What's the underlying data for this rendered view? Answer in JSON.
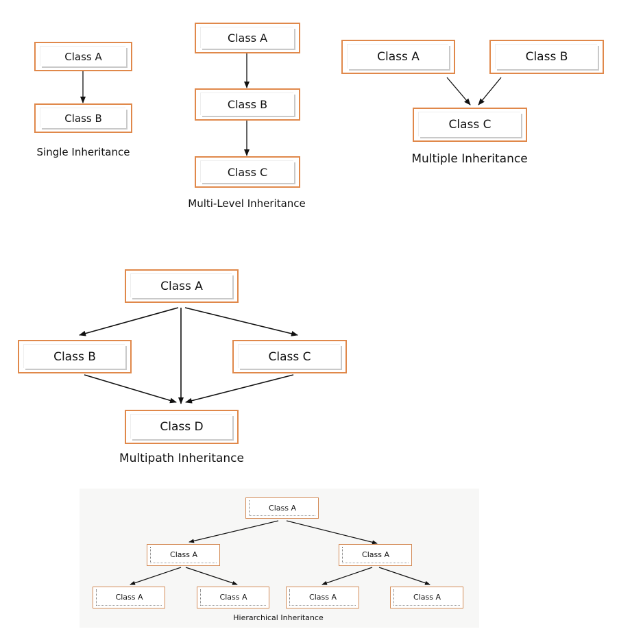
{
  "single": {
    "class_a": "Class A",
    "class_b": "Class B",
    "caption": "Single Inheritance"
  },
  "multilevel": {
    "class_a": "Class A",
    "class_b": "Class B",
    "class_c": "Class C",
    "caption": "Multi-Level Inheritance"
  },
  "multiple": {
    "class_a": "Class A",
    "class_b": "Class B",
    "class_c": "Class C",
    "caption": "Multiple Inheritance"
  },
  "multipath": {
    "class_a": "Class A",
    "class_b": "Class B",
    "class_c": "Class C",
    "class_d": "Class D",
    "caption": "Multipath Inheritance"
  },
  "hierarchical": {
    "root": "Class A",
    "mid_left": "Class A",
    "mid_right": "Class A",
    "leaf_1": "Class A",
    "leaf_2": "Class A",
    "leaf_3": "Class A",
    "leaf_4": "Class A",
    "caption": "Hierarchical Inheritance"
  }
}
